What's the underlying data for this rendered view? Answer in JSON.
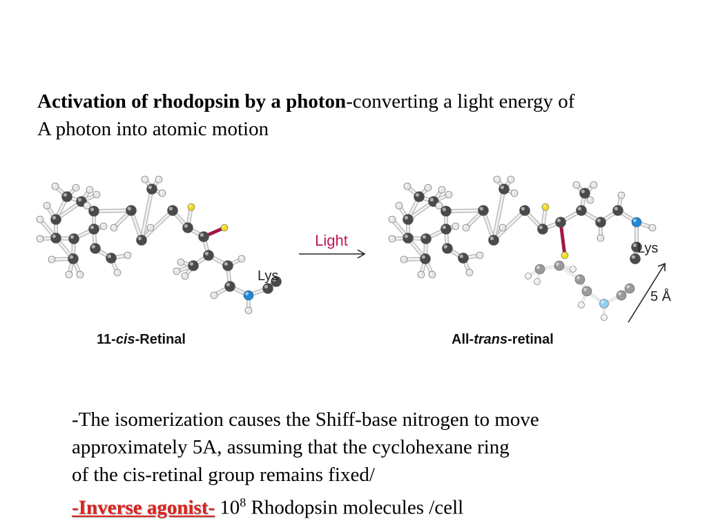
{
  "title": {
    "bold": "Activation of rhodopsin by a photon",
    "rest": "-converting a light energy of",
    "line2": "A photon into atomic motion"
  },
  "figure": {
    "light_label": "Light",
    "lys_left": "Lys",
    "lys_right": "Lys",
    "distance_label": "5 Å",
    "left_caption_pre": "11-",
    "left_caption_ital": "cis",
    "left_caption_post": "-Retinal",
    "right_caption_pre": "All-",
    "right_caption_ital": "trans",
    "right_caption_post": "-retinal",
    "colors": {
      "carbon": "#4a4a4a",
      "hydrogen": "#e6e6e6",
      "nitrogen": "#1e88d8",
      "highlight_bond": "#a0184a",
      "ghost_nitrogen": "#8fd0f0",
      "light_text": "#c0185a"
    }
  },
  "body": {
    "line1": "-The isomerization causes the Shiff-base nitrogen to move",
    "line2": "approximately 5A, assuming that the cyclohexane ring",
    "line3": "of the cis-retinal group remains fixed/",
    "inverse_label": "-Inverse agonist-",
    "count_base": "10",
    "count_exp": "8",
    "count_rest": " Rhodopsin molecules /cell"
  }
}
